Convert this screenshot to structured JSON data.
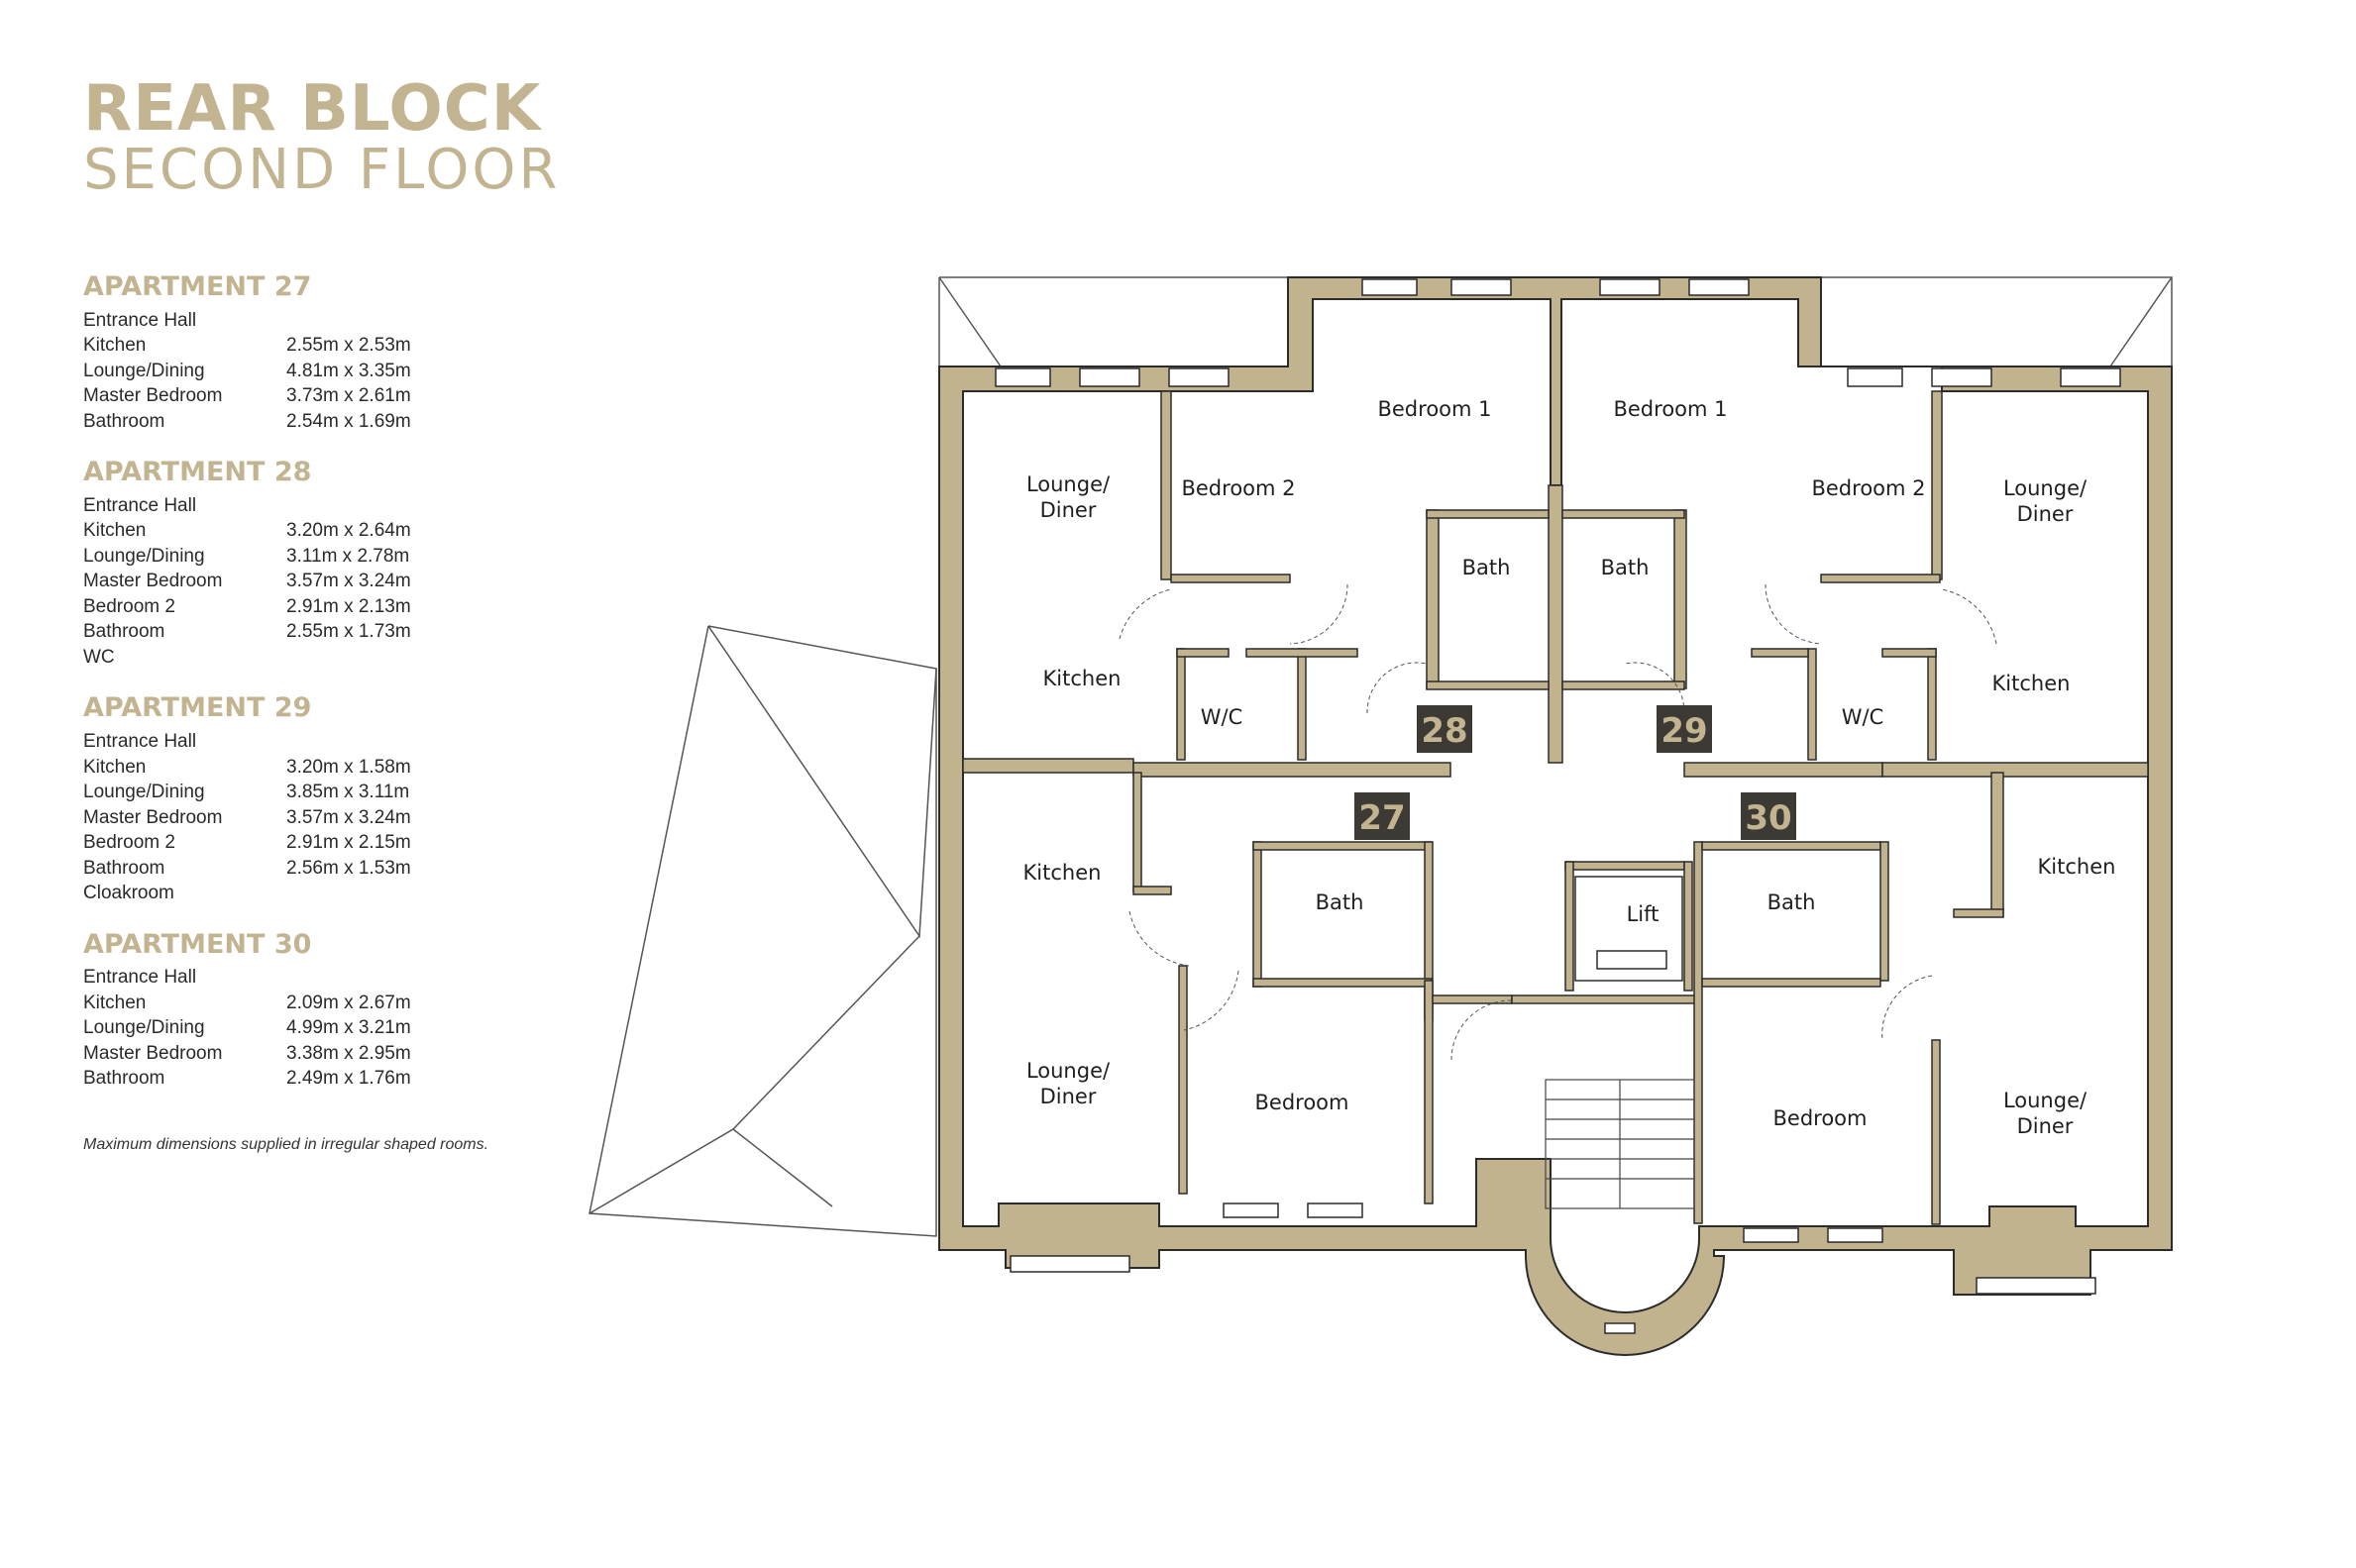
{
  "title": {
    "line1": "REAR BLOCK",
    "line2": "SECOND FLOOR"
  },
  "apartments": [
    {
      "name": "APARTMENT 27",
      "rooms": [
        {
          "room": "Entrance Hall",
          "dims": ""
        },
        {
          "room": "Kitchen",
          "dims": "2.55m x 2.53m"
        },
        {
          "room": "Lounge/Dining",
          "dims": "4.81m x 3.35m"
        },
        {
          "room": "Master Bedroom",
          "dims": "3.73m x 2.61m"
        },
        {
          "room": "Bathroom",
          "dims": "2.54m x 1.69m"
        }
      ]
    },
    {
      "name": "APARTMENT 28",
      "rooms": [
        {
          "room": "Entrance Hall",
          "dims": ""
        },
        {
          "room": "Kitchen",
          "dims": "3.20m x 2.64m"
        },
        {
          "room": "Lounge/Dining",
          "dims": "3.11m x 2.78m"
        },
        {
          "room": "Master Bedroom",
          "dims": "3.57m x 3.24m"
        },
        {
          "room": "Bedroom 2",
          "dims": "2.91m x 2.13m"
        },
        {
          "room": "Bathroom",
          "dims": "2.55m x 1.73m"
        },
        {
          "room": "WC",
          "dims": ""
        }
      ]
    },
    {
      "name": "APARTMENT 29",
      "rooms": [
        {
          "room": "Entrance Hall",
          "dims": ""
        },
        {
          "room": "Kitchen",
          "dims": "3.20m x 1.58m"
        },
        {
          "room": "Lounge/Dining",
          "dims": "3.85m x 3.11m"
        },
        {
          "room": "Master Bedroom",
          "dims": "3.57m x 3.24m"
        },
        {
          "room": "Bedroom 2",
          "dims": "2.91m x 2.15m"
        },
        {
          "room": "Bathroom",
          "dims": "2.56m x 1.53m"
        },
        {
          "room": "Cloakroom",
          "dims": ""
        }
      ]
    },
    {
      "name": "APARTMENT 30",
      "rooms": [
        {
          "room": "Entrance Hall",
          "dims": ""
        },
        {
          "room": "Kitchen",
          "dims": "2.09m x 2.67m"
        },
        {
          "room": "Lounge/Dining",
          "dims": "4.99m x 3.21m"
        },
        {
          "room": "Master Bedroom",
          "dims": "3.38m x 2.95m"
        },
        {
          "room": "Bathroom",
          "dims": "2.49m x 1.76m"
        }
      ]
    }
  ],
  "note": "Maximum dimensions supplied in irregular shaped rooms.",
  "plan": {
    "labels": {
      "bedroom1_left": "Bedroom 1",
      "bedroom1_right": "Bedroom 1",
      "lounge_tl_1": "Lounge/",
      "lounge_tl_2": "Diner",
      "bedroom2_left": "Bedroom 2",
      "bedroom2_right": "Bedroom 2",
      "lounge_tr_1": "Lounge/",
      "lounge_tr_2": "Diner",
      "bath_tl": "Bath",
      "bath_tr": "Bath",
      "kitchen_tl": "Kitchen",
      "kitchen_tr": "Kitchen",
      "wc_left": "W/C",
      "wc_right": "W/C",
      "kitchen_bl": "Kitchen",
      "kitchen_br": "Kitchen",
      "bath_bl": "Bath",
      "bath_br": "Bath",
      "lift": "Lift",
      "lounge_bl_1": "Lounge/",
      "lounge_bl_2": "Diner",
      "bedroom_bl": "Bedroom",
      "bedroom_br": "Bedroom",
      "lounge_br_1": "Lounge/",
      "lounge_br_2": "Diner"
    },
    "unit_numbers": {
      "u27": "27",
      "u28": "28",
      "u29": "29",
      "u30": "30"
    },
    "colors": {
      "wall": "#c2b38f",
      "wall_stroke": "#2b2b2b",
      "number_bg": "#3d3a35",
      "number_text": "#c3b491"
    }
  }
}
